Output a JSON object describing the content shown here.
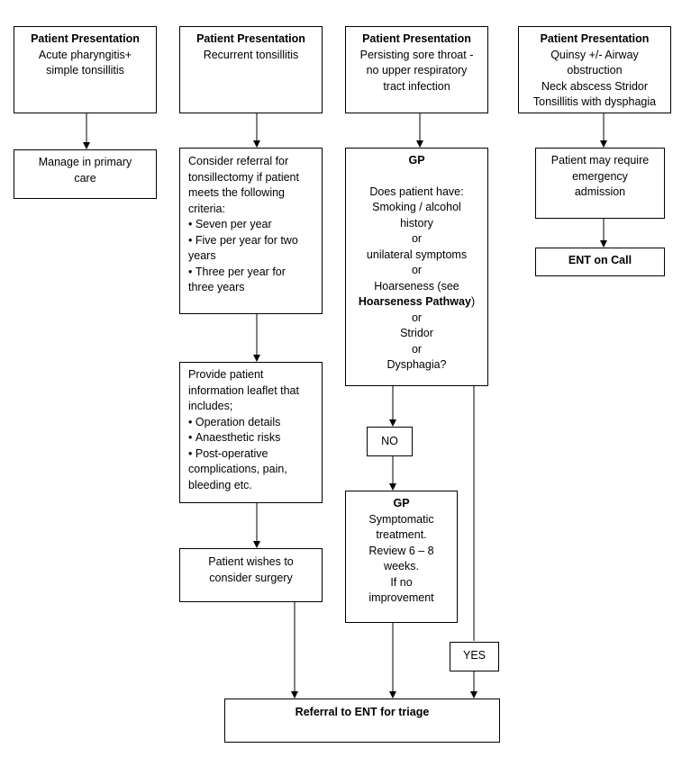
{
  "col1": {
    "presentation": {
      "heading": "Patient Presentation",
      "lines": [
        "Acute pharyngitis+",
        "simple tonsillitis"
      ]
    },
    "manage": {
      "lines": [
        "Manage in primary",
        "care"
      ]
    }
  },
  "col2": {
    "presentation": {
      "heading": "Patient Presentation",
      "lines": [
        "Recurrent  tonsillitis"
      ]
    },
    "referral_criteria": {
      "lines": [
        "Consider referral for",
        "tonsillectomy if patient",
        "meets the following",
        "criteria:"
      ],
      "bullets": [
        [
          "Seven per year"
        ],
        [
          "Five per year for two",
          "years"
        ],
        [
          "Three  per year for",
          "three years"
        ]
      ]
    },
    "leaflet": {
      "lines": [
        "Provide patient",
        "information leaflet that",
        "includes;"
      ],
      "bullets": [
        [
          "Operation details"
        ],
        [
          "Anaesthetic risks"
        ],
        [
          "Post-operative",
          "complications, pain,",
          "bleeding etc."
        ]
      ]
    },
    "wishes": {
      "lines": [
        "Patient wishes to",
        "consider surgery"
      ]
    }
  },
  "col3": {
    "presentation": {
      "heading": "Patient Presentation",
      "lines": [
        "Persisting sore throat -",
        "no upper respiratory",
        "tract infection"
      ]
    },
    "gp_question": {
      "heading": "GP",
      "lines_before": [
        "Does patient have:",
        "Smoking / alcohol",
        "history",
        "or",
        "unilateral symptoms",
        "or"
      ],
      "hoarseness_prefix": "Hoarseness (see",
      "hoarseness_link": "Hoarseness  Pathway",
      "hoarseness_suffix": ")",
      "lines_after": [
        "or",
        "Stridor",
        "or",
        "Dysphagia?"
      ]
    },
    "no_label": "NO",
    "gp_symptomatic": {
      "heading": "GP",
      "lines": [
        "Symptomatic",
        "treatment.",
        "Review 6 – 8",
        "weeks.",
        "If no",
        "improvement"
      ]
    },
    "yes_label": "YES"
  },
  "col4": {
    "presentation": {
      "heading": "Patient Presentation",
      "lines": [
        "Quinsy +/- Airway",
        "obstruction",
        "Neck abscess Stridor",
        "Tonsillitis with dysphagia"
      ]
    },
    "emergency": {
      "lines": [
        "Patient may require",
        "emergency",
        "admission"
      ]
    },
    "ent_on_call": "ENT on Call"
  },
  "final": {
    "label": "Referral  to ENT for triage"
  }
}
